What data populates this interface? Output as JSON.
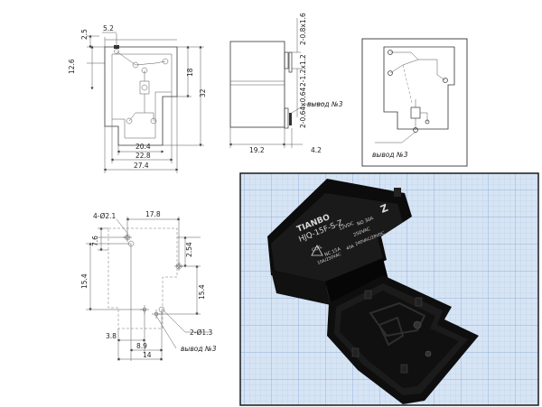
{
  "top_view": {
    "dims": [
      "2.5",
      "5.2",
      "12.6",
      "18",
      "32",
      "20.4",
      "22.8",
      "27.4"
    ]
  },
  "side_view": {
    "dims": [
      "2-0.8x1.6",
      "2-1.2x1.2",
      "2-0.64x0.64",
      "19.2",
      "4.2"
    ],
    "pin3_label": "вывод №3"
  },
  "schematic": {
    "pin3_label": "вывод №3"
  },
  "pcb_layout": {
    "dims": [
      "4-Ø2.1",
      "17.8",
      "2.54",
      "7.6",
      "15.4",
      "15.4",
      "2-Ø1.3",
      "3.8",
      "8.9",
      "14"
    ],
    "pin3_label": "вывод №3"
  },
  "photo": {
    "brand": "TIANBO",
    "model": "HJQ-15F-S-Z",
    "coil": "COIL",
    "voltage": "12VDC",
    "rating1": "NO 30A",
    "rating2": "NC 15A",
    "rating3": "250VAC",
    "rating4": "240VAC/28VDC",
    "rating5": "10A/250VAC",
    "rating6": "40A"
  }
}
